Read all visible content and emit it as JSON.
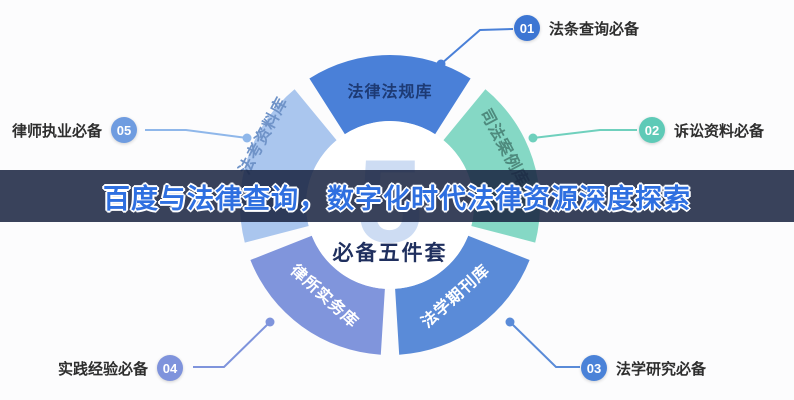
{
  "page": {
    "bg": "#fcfcfd"
  },
  "banner": {
    "title": "百度与法律查询，数字化时代法律资源深度探索",
    "bg_color": "rgba(24,35,64,0.86)",
    "text_color": "#2e6fe0"
  },
  "center": {
    "big_number": "5",
    "label": "必备五件套"
  },
  "chart_data": {
    "type": "pie",
    "title": "必备五件套",
    "legend_position": "none",
    "segments": [
      {
        "num": "01",
        "segment_label": "法律法规库",
        "callout_label": "法条查询必备",
        "color": "#4a80d8",
        "badge_color": "#3d76d3",
        "line_color": "#4a80d8"
      },
      {
        "num": "02",
        "segment_label": "司法案例库",
        "callout_label": "诉讼资料必备",
        "color": "#85d8c5",
        "badge_color": "#5ecab7",
        "line_color": "#6fd0bd"
      },
      {
        "num": "03",
        "segment_label": "法学期刊库",
        "callout_label": "法学研究必备",
        "color": "#5a8bd8",
        "badge_color": "#4a82d8",
        "line_color": "#5a8bd8"
      },
      {
        "num": "04",
        "segment_label": "律所实务库",
        "callout_label": "实践经验必备",
        "color": "#8095dc",
        "badge_color": "#7f93dc",
        "line_color": "#7f94dc"
      },
      {
        "num": "05",
        "segment_label": "法考资料库",
        "callout_label": "律师执业必备",
        "color": "#aac6ee",
        "badge_color": "#6f9ce0",
        "line_color": "#8fb7ea"
      }
    ]
  }
}
